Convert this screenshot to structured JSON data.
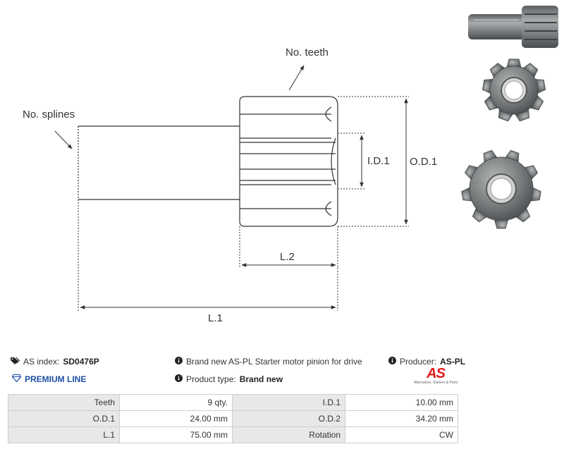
{
  "drawing": {
    "labels": {
      "splines": "No. splines",
      "teeth": "No. teeth",
      "id1": "I.D.1",
      "od1": "O.D.1",
      "l2": "L.2",
      "l1": "L.1"
    }
  },
  "product": {
    "index_label": "AS index:",
    "index_value": "SD0476P",
    "premium": "PREMIUM LINE",
    "description": "Brand new AS-PL Starter motor pinion for drive",
    "type_label": "Product type:",
    "type_value": "Brand new",
    "producer_label": "Producer:",
    "producer_value": "AS-PL",
    "logo_text": "AS",
    "logo_subtext": "Alternators, Starters & Parts"
  },
  "specs": {
    "rows": [
      {
        "k1": "Teeth",
        "v1": "9 qty.",
        "k2": "I.D.1",
        "v2": "10.00 mm"
      },
      {
        "k1": "O.D.1",
        "v1": "24.00 mm",
        "k2": "O.D.2",
        "v2": "34.20 mm"
      },
      {
        "k1": "L.1",
        "v1": "75.00 mm",
        "k2": "Rotation",
        "v2": "CW"
      }
    ]
  },
  "colors": {
    "premium": "#1f4fa8",
    "logo": "#e01818",
    "table_key_bg": "#e8e8e8",
    "line": "#333333"
  }
}
